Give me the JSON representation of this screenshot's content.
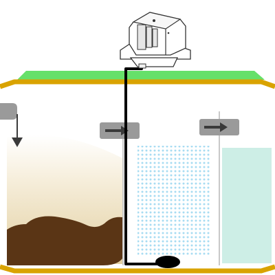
{
  "diagram": {
    "type": "septic-tank-cross-section",
    "components": [
      {
        "id": "air-pump",
        "icon": "air-blower-icon"
      },
      {
        "id": "ground-surface",
        "icon": "grass-strip"
      },
      {
        "id": "tank",
        "icon": "tank-outline"
      },
      {
        "id": "inlet",
        "icon": "inlet-pipe-icon"
      },
      {
        "id": "settling-chamber",
        "icon": "sludge-chamber"
      },
      {
        "id": "aeration-chamber",
        "icon": "bubbles-chamber"
      },
      {
        "id": "treated-water-chamber",
        "icon": "clear-water-chamber"
      },
      {
        "id": "air-hose",
        "icon": "hose-icon"
      },
      {
        "id": "diffuser",
        "icon": "diffuser-icon"
      }
    ],
    "flow_arrows": [
      "down",
      "right",
      "right"
    ],
    "colors": {
      "tank_outline": "#d9a300",
      "ground": "#66e06a",
      "sludge": "#5a3515",
      "sediment_light": "#ead9b3",
      "bubbles": "#a8dcf2",
      "treated_water": "#cdeee6",
      "arrow": "#3a3a3a",
      "pipe_grey": "#9a9a9a",
      "hose": "#000000"
    }
  }
}
